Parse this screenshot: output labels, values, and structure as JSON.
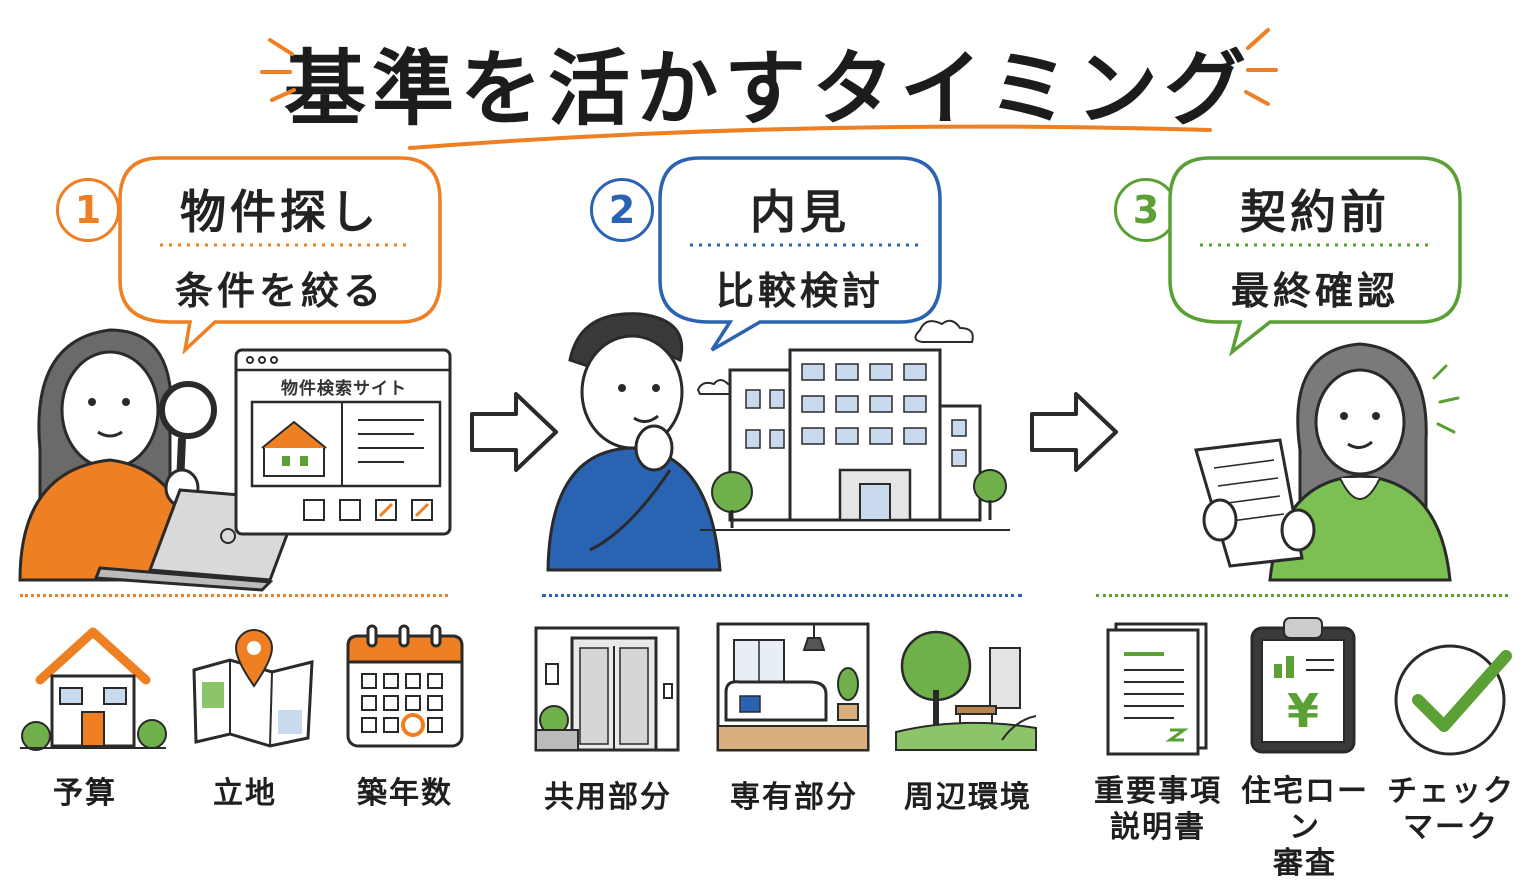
{
  "title": "基準を活かすタイミング",
  "colors": {
    "step1": "#ee7f22",
    "step2": "#2a63b1",
    "step3": "#5aa034",
    "ink": "#2a2a2a"
  },
  "steps": [
    {
      "number": "1",
      "title": "物件探し",
      "subtitle": "条件を絞る"
    },
    {
      "number": "2",
      "title": "内見",
      "subtitle": "比較検討"
    },
    {
      "number": "3",
      "title": "契約前",
      "subtitle": "最終確認"
    }
  ],
  "search_site": {
    "title": "物件検索サイト"
  },
  "items": {
    "step1": [
      "予算",
      "立地",
      "築年数"
    ],
    "step2": [
      "共用部分",
      "専有部分",
      "周辺環境"
    ],
    "step3": [
      {
        "line1": "重要事項",
        "line2": "説明書"
      },
      {
        "line1": "住宅ローン",
        "line2": "審査"
      },
      {
        "line1": "チェック",
        "line2": "マーク"
      }
    ]
  },
  "icons": {
    "yen": "¥"
  }
}
